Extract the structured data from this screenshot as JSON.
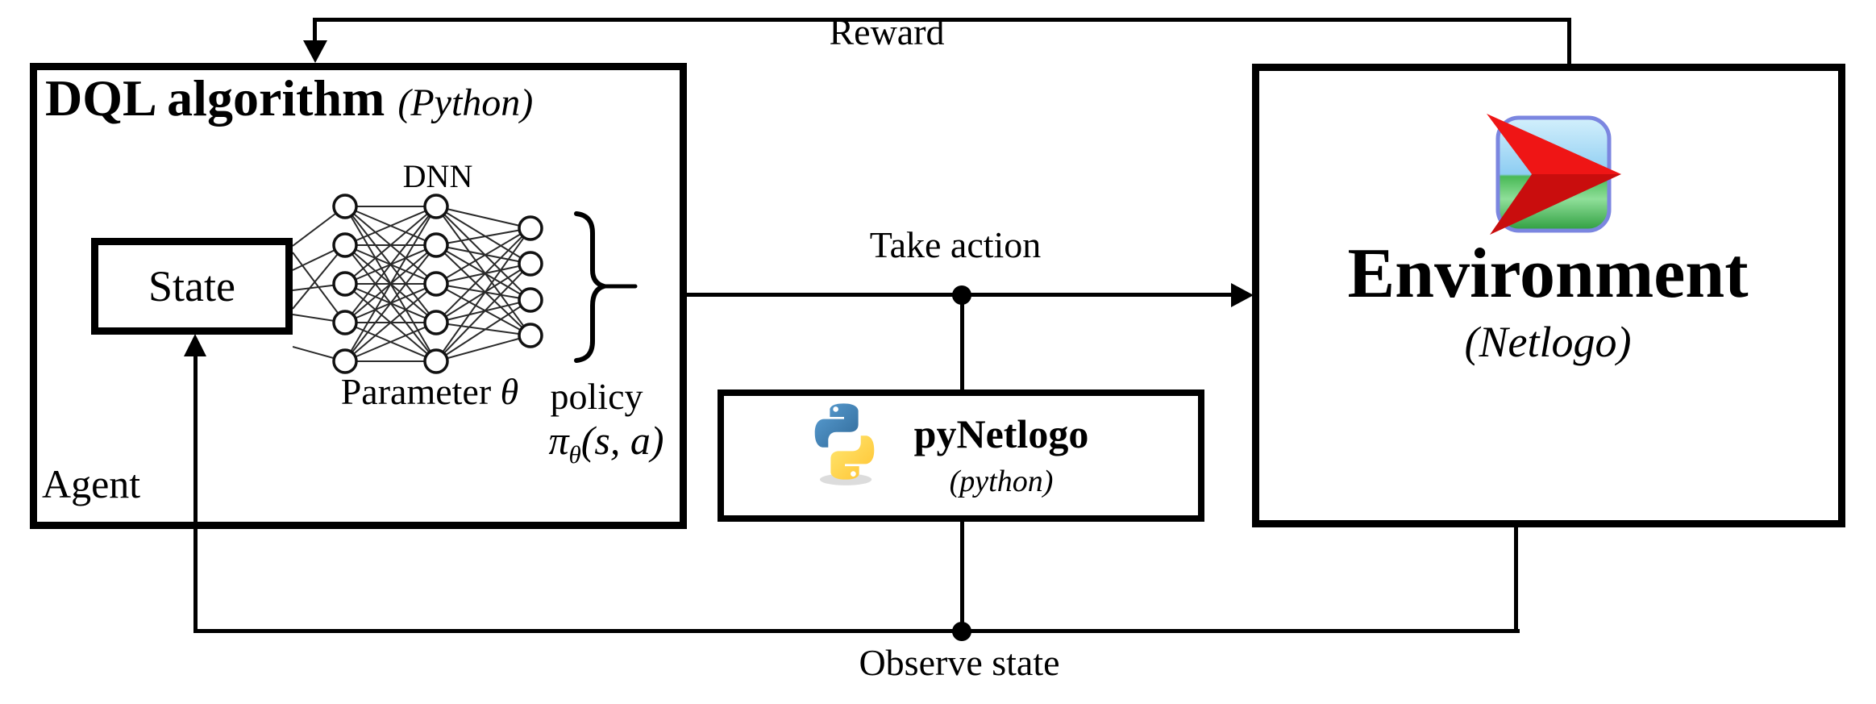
{
  "labels": {
    "reward": "Reward",
    "take_action": "Take action",
    "observe_state": "Observe state"
  },
  "dql": {
    "title": "DQL algorithm",
    "language": "(Python)",
    "dnn": "DNN",
    "state": "State",
    "parameter": "Parameter",
    "theta": "θ",
    "policy": "policy",
    "pi": "π",
    "pi_sub": "θ",
    "pi_args": "(s, a)",
    "agent": "Agent"
  },
  "pynetlogo": {
    "title": "pyNetlogo",
    "language": "(python)",
    "icon": "python-logo-icon"
  },
  "environment": {
    "title": "Environment",
    "language": "(Netlogo)",
    "icon": "netlogo-arrow-icon"
  },
  "colors": {
    "line": "#000000",
    "python_blue": "#3b74a8",
    "python_yellow": "#ffd43b",
    "netlogo_red": "#e01212",
    "netlogo_green": "#3eb24d",
    "netlogo_sky": "#9ed5f2",
    "netlogo_border": "#7b86e0"
  }
}
